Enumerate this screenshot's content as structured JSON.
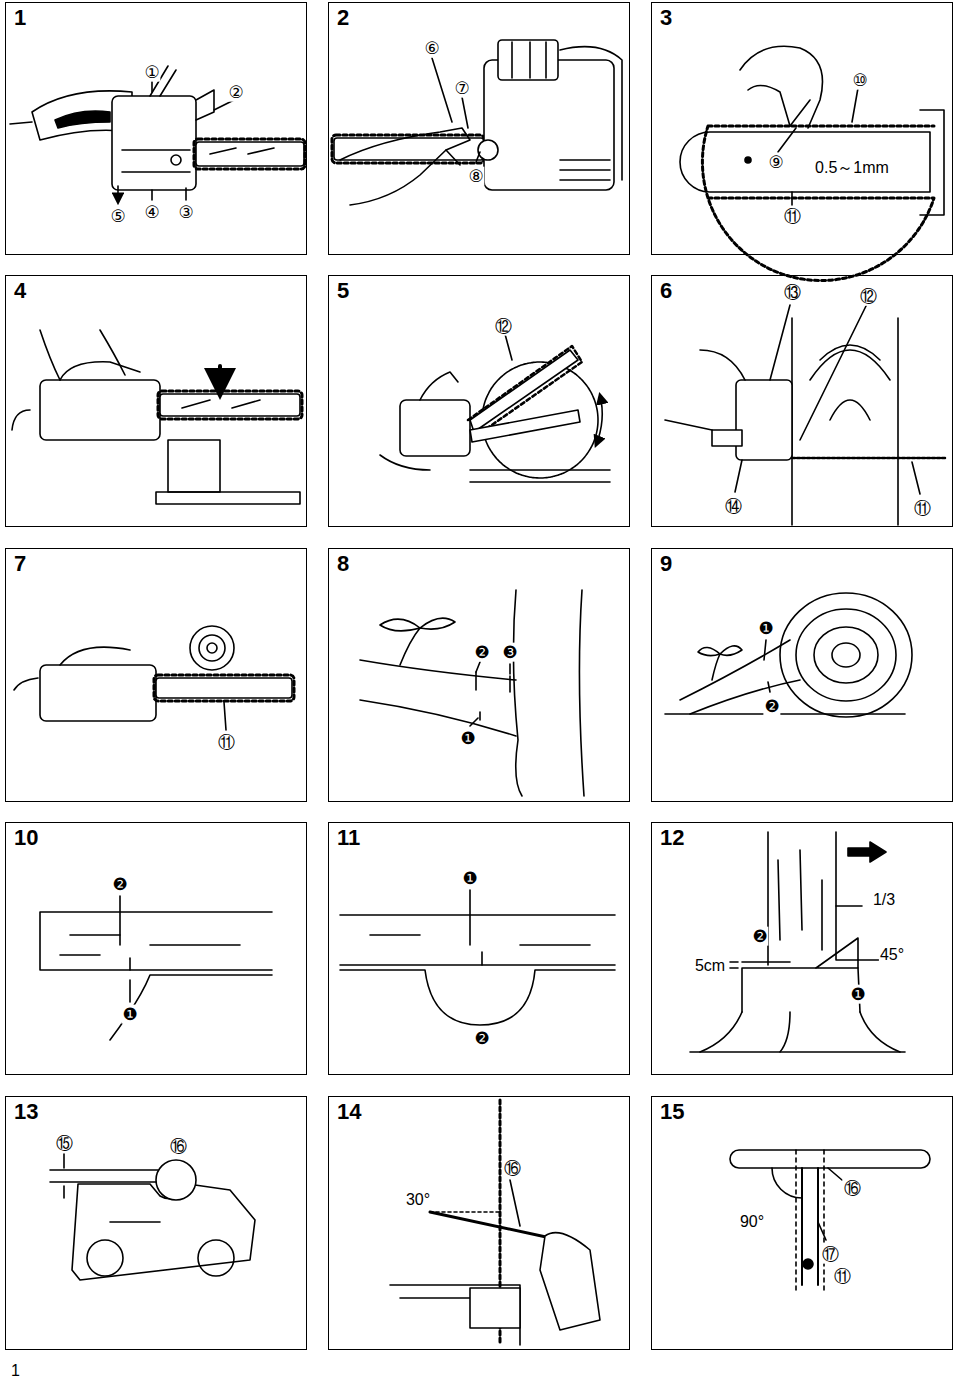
{
  "diagram": {
    "nodes": [
      {
        "text": [
          "1"
        ]
      },
      {
        "text": [
          "2"
        ]
      },
      {
        "text": [
          "3"
        ]
      },
      {
        "text": [
          "4"
        ]
      },
      {
        "text": [
          "5"
        ]
      },
      {
        "text": [
          "6"
        ]
      },
      {
        "text": [
          "7"
        ]
      },
      {
        "text": [
          "8"
        ]
      },
      {
        "text": [
          "9"
        ]
      },
      {
        "text": [
          "10"
        ]
      },
      {
        "text": [
          "11"
        ]
      },
      {
        "text": [
          "12"
        ]
      },
      {
        "text": [
          "13"
        ]
      },
      {
        "text": [
          "14"
        ]
      },
      {
        "text": [
          "15"
        ]
      }
    ],
    "edges": [],
    "labels": [
      "①",
      "②",
      "⑤",
      "④",
      "③",
      "⑥",
      "⑦",
      "⑧",
      "⑩",
      "⑨",
      "0.5～1mm",
      "⑪",
      "⑫",
      "⑬",
      "⑫",
      "⑭",
      "⑪",
      "⑪",
      "❷",
      "❸",
      "❶",
      "❶",
      "❷",
      "❷",
      "❶",
      "❶",
      "❷",
      "❷",
      "1/3",
      "45°",
      "5cm",
      "❶",
      "⑮",
      "⑯",
      "⑯",
      "30°",
      "⑯",
      "90°",
      "⑰",
      "⑪",
      "1"
    ]
  }
}
